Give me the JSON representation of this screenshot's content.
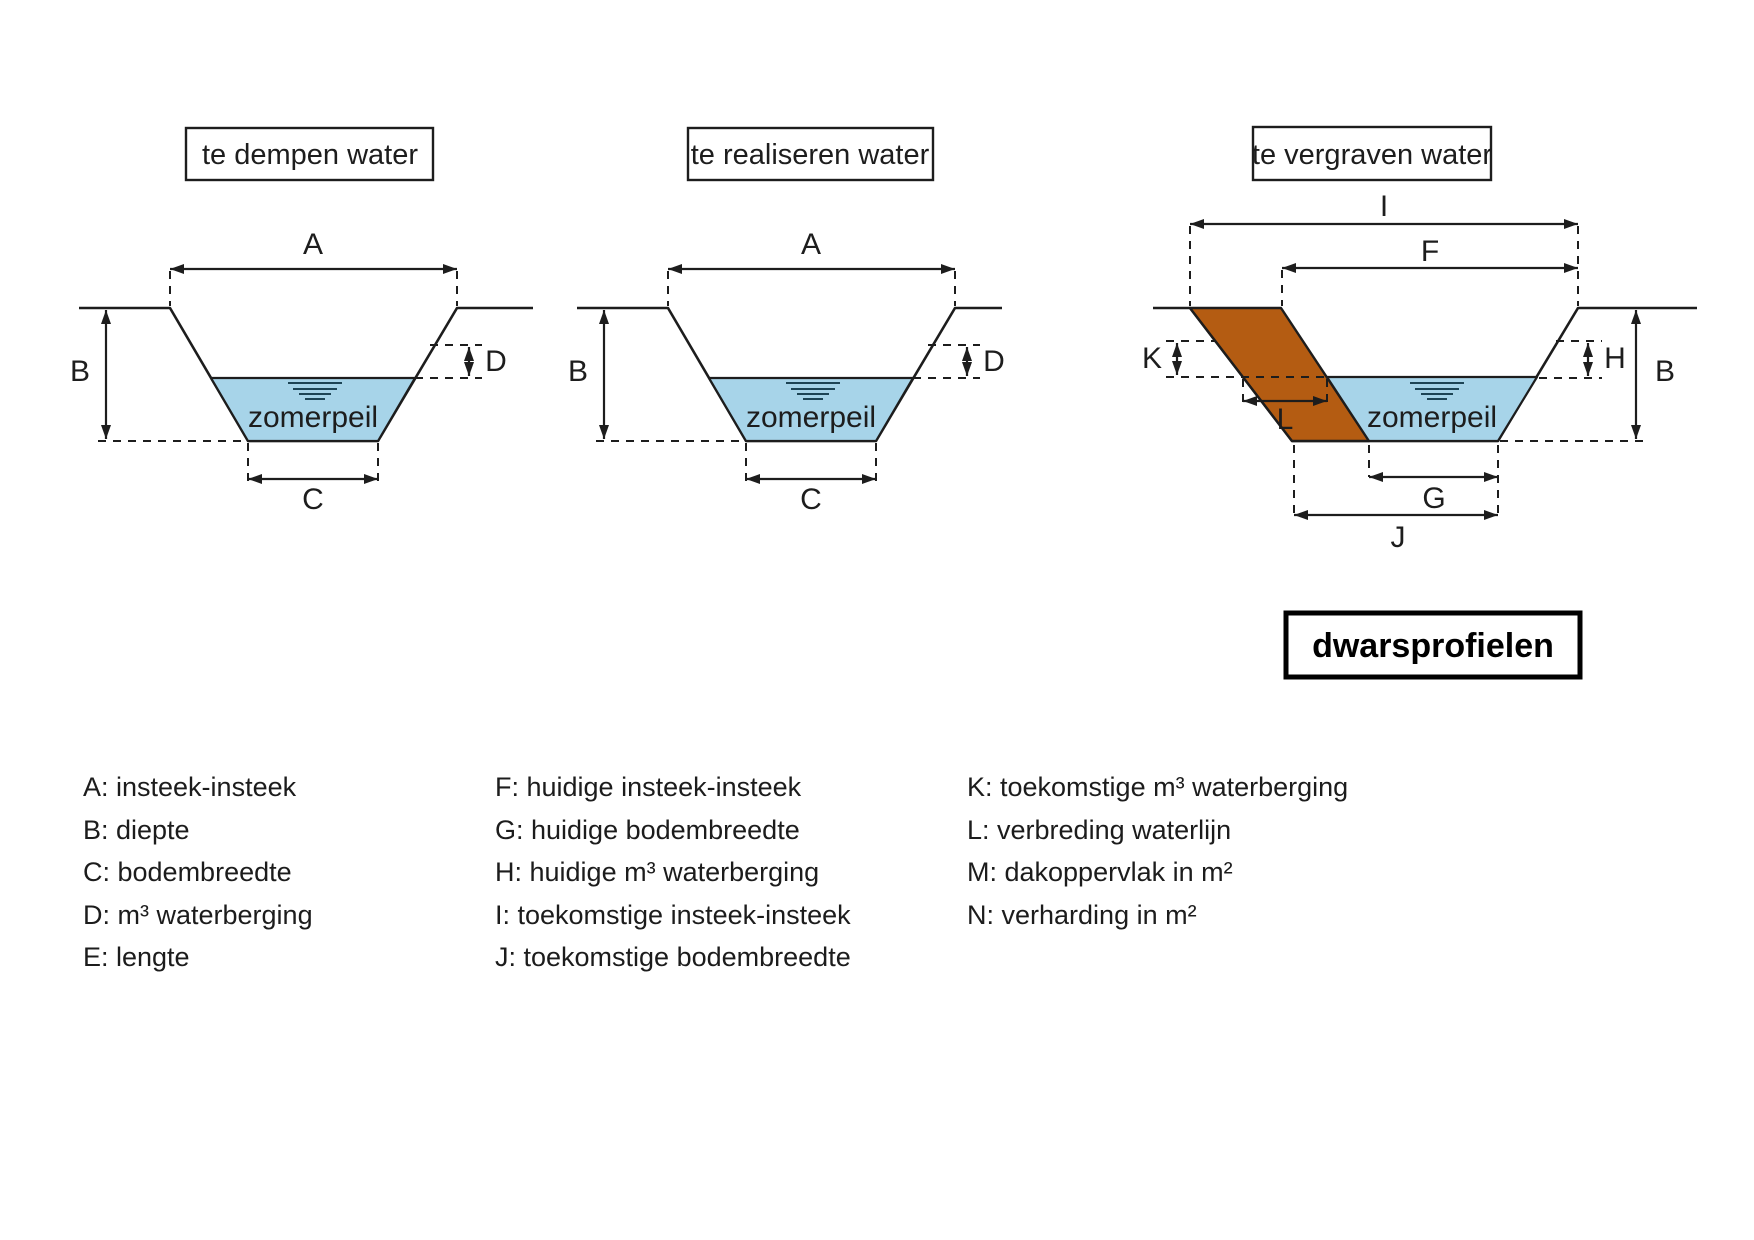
{
  "caption": {
    "label": "dwarsprofielen"
  },
  "colors": {
    "water": "#a7d4e9",
    "excavation": "#b45c12",
    "line": "#1d1d1d"
  },
  "diagrams": [
    {
      "title": "te dempen water",
      "water_label": "zomerpeil",
      "labels": {
        "A": "A",
        "B": "B",
        "C": "C",
        "D": "D"
      }
    },
    {
      "title": "te realiseren water",
      "water_label": "zomerpeil",
      "labels": {
        "A": "A",
        "B": "B",
        "C": "C",
        "D": "D"
      }
    },
    {
      "title": "te vergraven water",
      "water_label": "zomerpeil",
      "labels": {
        "I": "I",
        "F": "F",
        "K": "K",
        "L": "L",
        "H": "H",
        "B": "B",
        "G": "G",
        "J": "J"
      }
    }
  ],
  "legend": {
    "col1": [
      "A: insteek-insteek",
      "B: diepte",
      "C: bodembreedte",
      "D: m³ waterberging",
      "E: lengte"
    ],
    "col2": [
      "F: huidige insteek-insteek",
      "G: huidige bodembreedte",
      "H: huidige m³ waterberging",
      "I: toekomstige insteek-insteek",
      "J: toekomstige bodembreedte"
    ],
    "col3": [
      "K: toekomstige m³ waterberging",
      "L: verbreding waterlijn",
      "M: dakoppervlak in m²",
      "N: verharding in m²"
    ]
  }
}
